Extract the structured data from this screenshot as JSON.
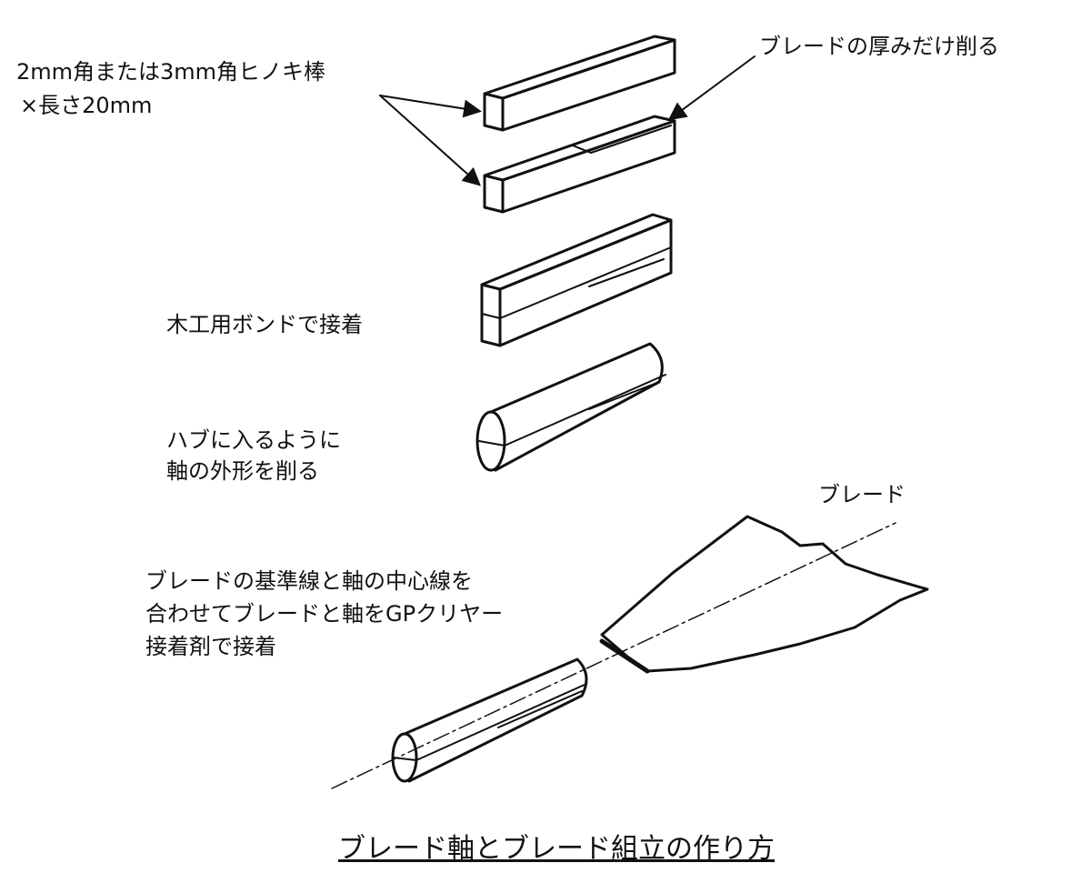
{
  "labels": {
    "material_line1": "2mm角または3mm角ヒノキ棒",
    "material_line2": "×長さ20mm",
    "shave_thickness": "ブレードの厚みだけ削る",
    "glue": "木工用ボンドで接着",
    "shape_line1": "ハブに入るように",
    "shape_line2": "軸の外形を削る",
    "blade": "ブレード",
    "assemble_line1": "ブレードの基準線と軸の中心線を",
    "assemble_line2": "合わせてブレードと軸をGPクリヤー",
    "assemble_line3": "接着剤で接着"
  },
  "title": "ブレード軸とブレード組立の作り方"
}
